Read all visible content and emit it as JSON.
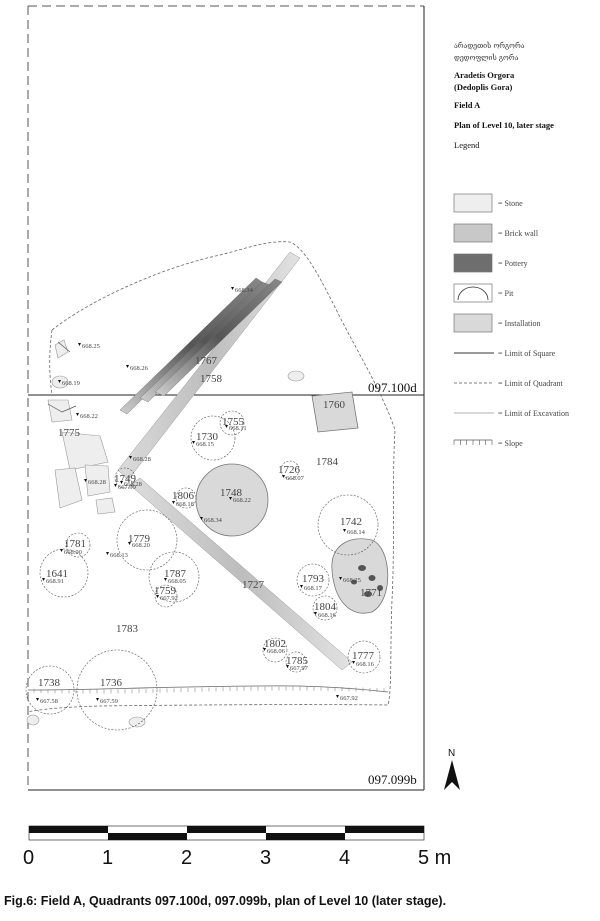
{
  "title_block": {
    "georgian_line1": "არადეთის ორგორა",
    "georgian_line2": "დედოფლის გორა",
    "site_name": "Aradetis Orgora",
    "site_alt": "(Dedoplis Gora)",
    "field": "Field A",
    "plan_title": "Plan of Level 10, later stage",
    "legend_heading": "Legend"
  },
  "legend": [
    {
      "label": "= Stone",
      "symbol": "stone",
      "color": "#eeeeee"
    },
    {
      "label": "= Brick wall",
      "symbol": "brick",
      "color": "#c8c8c8"
    },
    {
      "label": "= Pottery",
      "symbol": "pottery",
      "color": "#6e6e6e"
    },
    {
      "label": "= Pit",
      "symbol": "pit",
      "color": "#ffffff"
    },
    {
      "label": "= Installation",
      "symbol": "installation",
      "color": "#d9d9d9"
    },
    {
      "label": "= Limit of Square",
      "symbol": "line-solid"
    },
    {
      "label": "= Limit of Quadrant",
      "symbol": "line-dashed"
    },
    {
      "label": "= Limit of Excavation",
      "symbol": "line-thin"
    },
    {
      "label": "= Slope",
      "symbol": "slope"
    }
  ],
  "quadrants": {
    "top": "097.100d",
    "bottom": "097.099b"
  },
  "features": [
    {
      "id": "1767"
    },
    {
      "id": "1758"
    },
    {
      "id": "1760"
    },
    {
      "id": "1775"
    },
    {
      "id": "1755"
    },
    {
      "id": "1730"
    },
    {
      "id": "1749"
    },
    {
      "id": "1726"
    },
    {
      "id": "1784"
    },
    {
      "id": "1806"
    },
    {
      "id": "1748"
    },
    {
      "id": "1742"
    },
    {
      "id": "1781"
    },
    {
      "id": "1779"
    },
    {
      "id": "1641"
    },
    {
      "id": "1787"
    },
    {
      "id": "1759"
    },
    {
      "id": "1727"
    },
    {
      "id": "1793"
    },
    {
      "id": "1771"
    },
    {
      "id": "1804"
    },
    {
      "id": "1783"
    },
    {
      "id": "1802"
    },
    {
      "id": "1785"
    },
    {
      "id": "1777"
    },
    {
      "id": "1738"
    },
    {
      "id": "1736"
    }
  ],
  "elevations": [
    "668.25",
    "668.19",
    "668.26",
    "668.22",
    "668.28",
    "668.34",
    "668.11",
    "668.15",
    "668.28",
    "668.28",
    "667.99",
    "668.07",
    "668.18",
    "668.22",
    "668.34",
    "668.14",
    "668.00",
    "668.20",
    "668.13",
    "668.91",
    "668.05",
    "667.92",
    "668.17",
    "668.25",
    "668.16",
    "668.06",
    "667.97",
    "668.16",
    "667.58",
    "667.59",
    "667.92"
  ],
  "north_label": "N",
  "scale_bar": {
    "ticks": [
      "0",
      "1",
      "2",
      "3",
      "4",
      "5 m"
    ]
  },
  "caption": "Fig.6: Field A, Quadrants 097.100d, 097.099b, plan of Level 10 (later stage)."
}
